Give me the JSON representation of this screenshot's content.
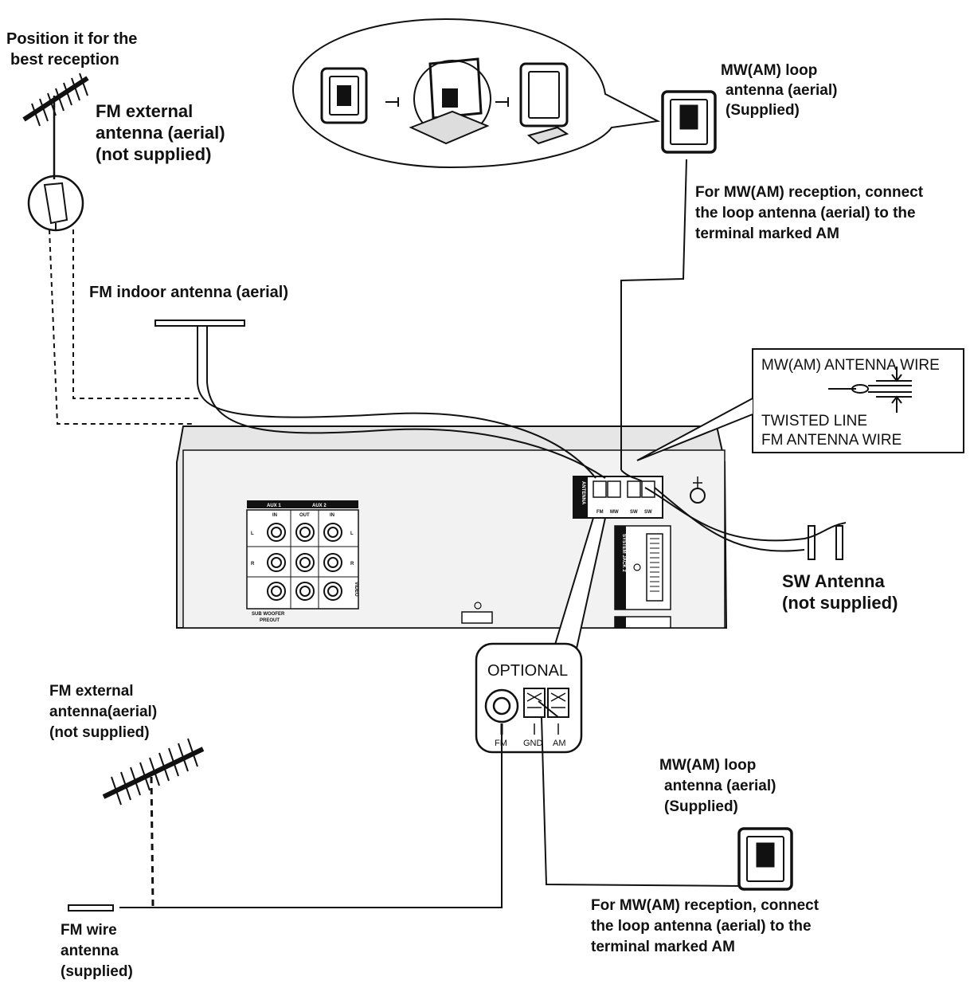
{
  "labels": {
    "position_hint": [
      "Position it for the",
      "best reception"
    ],
    "fm_external_top": [
      "FM external",
      "antenna (aerial)",
      "(not supplied)"
    ],
    "fm_indoor": "FM indoor antenna (aerial)",
    "mw_loop_top": [
      "MW(AM) loop",
      "antenna (aerial)",
      "(Supplied)"
    ],
    "mw_reception_top": [
      "For MW(AM) reception, connect",
      "the loop antenna (aerial) to the",
      "terminal marked AM"
    ],
    "wire_box": {
      "mw_wire": "MW(AM) ANTENNA WIRE",
      "twisted": "TWISTED LINE",
      "fm_wire": "FM ANTENNA WIRE"
    },
    "sw_antenna": [
      "SW Antenna",
      "(not supplied)"
    ],
    "optional_box": {
      "title": "OPTIONAL",
      "fm": "FM",
      "gnd": "GND",
      "am": "AM"
    },
    "fm_external_bottom": [
      "FM external",
      "antenna(aerial)",
      "(not supplied)"
    ],
    "mw_loop_bottom": [
      "MW(AM) loop",
      "antenna (aerial)",
      "(Supplied)"
    ],
    "mw_reception_bottom": [
      "For MW(AM) reception, connect",
      "the loop antenna (aerial) to the",
      "terminal marked AM"
    ],
    "fm_wire": [
      "FM wire",
      "antenna",
      "(supplied)"
    ]
  },
  "panel": {
    "aux1": "AUX 1",
    "aux2": "AUX 2",
    "in": "IN",
    "out": "OUT",
    "left": "L",
    "right": "R",
    "video": "VIDEO",
    "subwoofer": [
      "SUB WOOFER",
      "PREOUT"
    ],
    "antenna": "ANTENNA",
    "fm": "FM",
    "mw": "MW",
    "sw": "SW",
    "system_jack": "SYSTEM JACK 2"
  },
  "colors": {
    "line": "#111111",
    "panel": "#f2f2f2",
    "panel_edge": "#d9d9d9"
  }
}
